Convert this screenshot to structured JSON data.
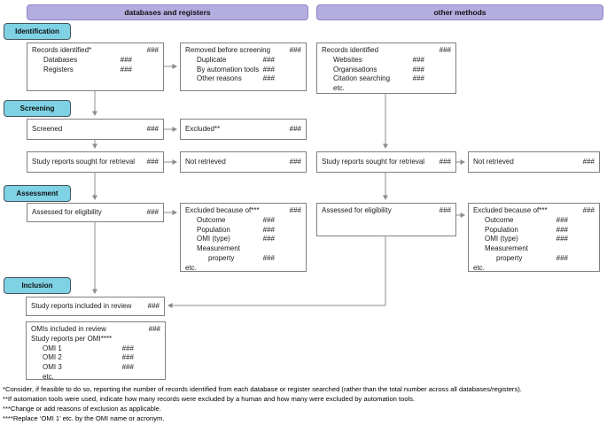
{
  "colors": {
    "header_fill": "#b3ade0",
    "header_border": "#8d85c6",
    "stage_fill": "#7ed2e4",
    "box_border": "#808080",
    "connector": "#8c8c8c"
  },
  "headers": {
    "left": "databases and registers",
    "right": "other methods"
  },
  "stages": {
    "identification": "Identification",
    "screening": "Screening",
    "assessment": "Assessment",
    "inclusion": "Inclusion"
  },
  "boxes": {
    "records_db": {
      "rows": [
        {
          "label": "Records identified*",
          "value": "###"
        },
        {
          "label": "Databases",
          "value": "###"
        },
        {
          "label": "Registers",
          "value": "###"
        }
      ]
    },
    "removed": {
      "rows": [
        {
          "label": "Removed before screening",
          "value": "###"
        },
        {
          "label": "Duplicate",
          "value": "###"
        },
        {
          "label": "By automation tools",
          "value": "###"
        },
        {
          "label": "Other reasons",
          "value": "###"
        }
      ]
    },
    "records_other": {
      "rows": [
        {
          "label": "Records identified",
          "value": "###"
        },
        {
          "label": "Websites",
          "value": "###"
        },
        {
          "label": "Organisations",
          "value": "###"
        },
        {
          "label": "Citation searching",
          "value": "###"
        },
        {
          "label": "etc."
        }
      ]
    },
    "screened": {
      "label": "Screened",
      "value": "###"
    },
    "excluded": {
      "label": "Excluded**",
      "value": "###"
    },
    "sought_db": {
      "label": "Study reports sought for retrieval",
      "value": "###"
    },
    "not_retrieved_db": {
      "label": "Not retrieved",
      "value": "###"
    },
    "sought_other": {
      "label": "Study reports sought for retrieval",
      "value": "###"
    },
    "not_retrieved_other": {
      "label": "Not retrieved",
      "value": "###"
    },
    "assessed_db": {
      "label": "Assessed for eligibility",
      "value": "###"
    },
    "assessed_other": {
      "label": "Assessed for eligibility",
      "value": "###"
    },
    "excluded_because_db": {
      "rows": [
        {
          "label": "Excluded because of***",
          "value": "###"
        },
        {
          "label": "Outcome",
          "value": "###"
        },
        {
          "label": "Population",
          "value": "###"
        },
        {
          "label": "OMI (type)",
          "value": "###"
        },
        {
          "label": "Measurement"
        },
        {
          "label": "property",
          "value": "###"
        },
        {
          "label": "etc."
        }
      ]
    },
    "excluded_because_other": {
      "rows": [
        {
          "label": "Excluded because of***",
          "value": "###"
        },
        {
          "label": "Outcome",
          "value": "###"
        },
        {
          "label": "Population",
          "value": "###"
        },
        {
          "label": "OMI (type)",
          "value": "###"
        },
        {
          "label": "Measurement"
        },
        {
          "label": "property",
          "value": "###"
        },
        {
          "label": "etc."
        }
      ]
    },
    "included": {
      "label": "Study reports included in review",
      "value": "###"
    },
    "omis": {
      "rows": [
        {
          "label": "OMIs included in review",
          "value": "###"
        },
        {
          "label": "Study reports per OMI****"
        },
        {
          "label": "OMI 1",
          "value": "###"
        },
        {
          "label": "OMI 2",
          "value": "###"
        },
        {
          "label": "OMI 3",
          "value": "###"
        },
        {
          "label": "etc."
        }
      ]
    }
  },
  "footnotes": [
    "*Consider, if feasible to do so, reporting the number of records identified from each database or register searched (rather than the total number across all databases/registers).",
    "**If automation tools were used, indicate how many records were excluded by a human and how many were excluded by automation tools.",
    "***Change or add reasons of exclusion as applicable.",
    "****Replace ‘OMI 1’ etc. by the OMI name or acronym."
  ]
}
